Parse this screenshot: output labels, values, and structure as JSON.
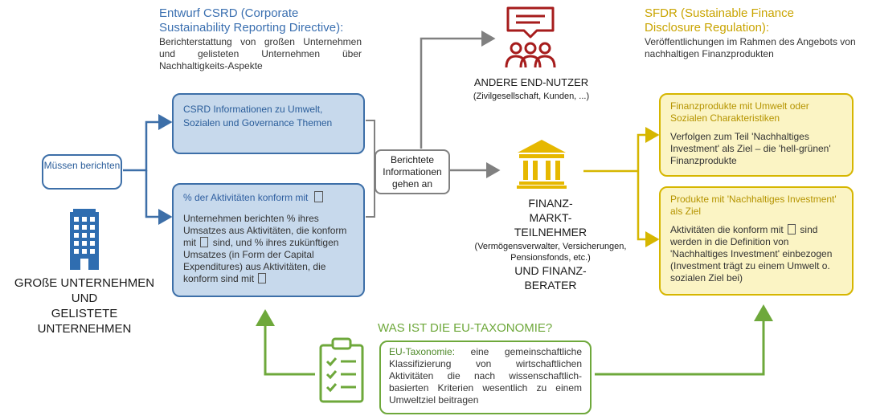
{
  "csrd": {
    "title": "Entwurf CSRD (Corporate Sustainability Reporting Directive):",
    "desc": "Berichterstattung von großen Unternehmen und gelisteten Unternehmen über Nachhaltigkeits-Aspekte"
  },
  "sfdr": {
    "title": "SFDR (Sustainable Finance Disclosure Regulation):",
    "desc": "Veröffentlichungen im Rahmen des Angebots von nachhaltigen Finanzprodukten"
  },
  "end_users": {
    "title": "ANDERE END-NUTZER",
    "subtitle": "(Zivilgesellschaft, Kunden, ...)"
  },
  "must_report": {
    "label": "Müssen berichten"
  },
  "companies": {
    "label_line1": "GROßE UNTERNEHMEN",
    "label_line2": "UND",
    "label_line3": "GELISTETE UNTERNEHMEN"
  },
  "csrd_info_box": {
    "text": "CSRD Informationen zu Umwelt, Sozialen und Governance Themen"
  },
  "activities_box": {
    "title": "% der Aktivitäten konform mit",
    "body_1": "Unternehmen berichten % ihres Umsatzes aus Aktivitäten, die konform mit",
    "body_2": "sind, und % ihres zukünftigen Umsatzes (in Form der Capital Expenditures) aus Aktivitäten, die konform sind mit"
  },
  "reported_info": {
    "text": "Berichtete Informationen gehen an"
  },
  "market": {
    "line1": "FINANZ-",
    "line2": "MARKT-",
    "line3": "TEILNEHMER",
    "sub": "(Vermögensverwalter, Versicherungen, Pensionsfonds, etc.)",
    "line4": "UND FINANZ-",
    "line5": "BERATER"
  },
  "products_env": {
    "title": "Finanzprodukte mit Umwelt oder Sozialen Charakteristiken",
    "body": "Verfolgen zum Teil 'Nachhaltiges Investment' als Ziel – die 'hell-grünen' Finanzprodukte"
  },
  "products_sust": {
    "title": "Produkte mit 'Nachhaltiges Investment' als Ziel",
    "body_1": "Aktivitäten die konform mit",
    "body_2": "sind werden in die Definition von 'Nachhaltiges Investment' einbezogen (Investment trägt zu einem Umwelt o. sozialen Ziel bei)"
  },
  "taxonomy": {
    "question": "WAS IST DIE EU-TAXONOMIE?",
    "label": "EU-Taxonomie:",
    "text": "eine gemeinschaftliche Klassifizierung von wirtschaftlichen Aktivitäten die nach wissenschaftlich-basierten Kriterien wesentlich zu einem Umweltziel beitragen"
  },
  "colors": {
    "blue": "#3d6fa8",
    "gold": "#d6b600",
    "green": "#6ea83b",
    "red": "#a61c1c",
    "gray": "#808080"
  },
  "icons": [
    "building-icon",
    "chat-group-icon",
    "bank-icon",
    "checklist-icon",
    "clipboard-icon"
  ]
}
